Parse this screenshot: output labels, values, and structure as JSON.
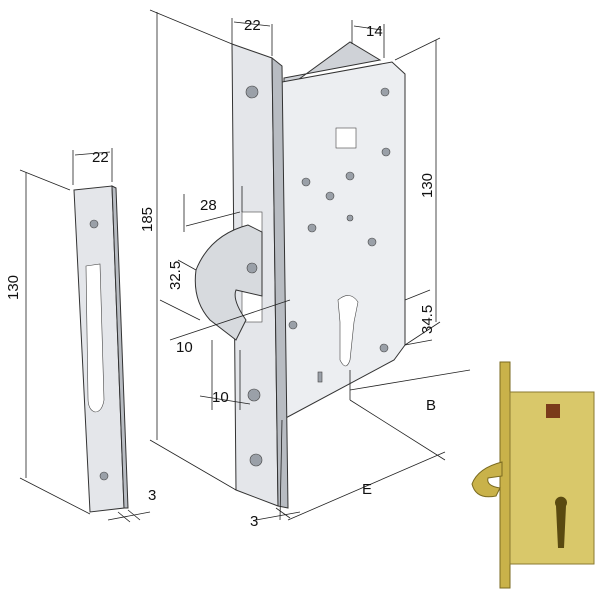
{
  "strike_plate": {
    "width_label": "22",
    "height_label": "130",
    "thickness_label": "3"
  },
  "lock": {
    "faceplate_width_label": "22",
    "body_depth_label": "14",
    "body_height_label": "130",
    "faceplate_height_label": "185",
    "hook_width_label": "28",
    "hook_height_label": "32.5",
    "hook_offset_label_1": "10",
    "hook_offset_label_2": "10",
    "cylinder_center_label": "34.5",
    "backset_label_b": "B",
    "backset_label_e": "E",
    "faceplate_thickness_label": "3"
  },
  "colors": {
    "steel": "#e4e6ea",
    "brass": "#c9b24a",
    "line": "#222222"
  }
}
